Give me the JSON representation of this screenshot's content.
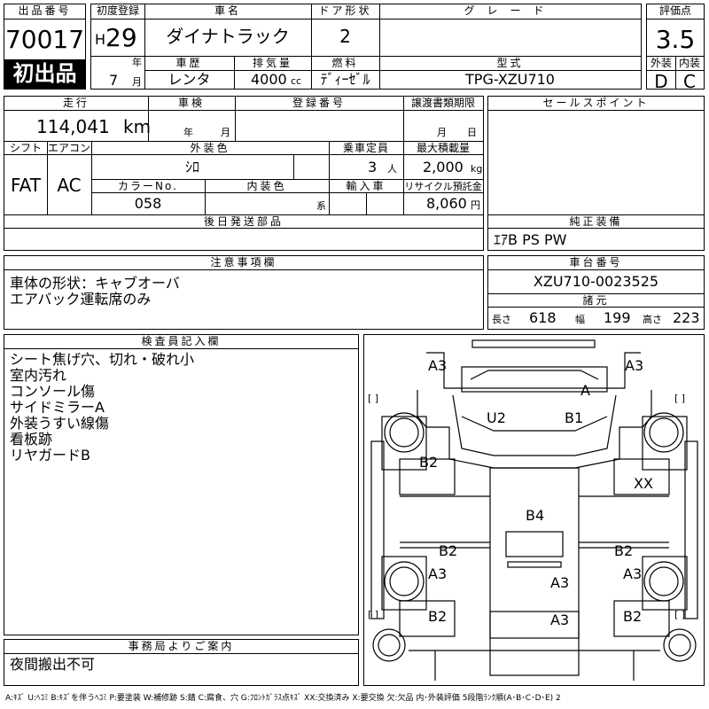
{
  "header": {
    "lot_label": "出品番号",
    "lot_number": "70017",
    "first_listing": "初出品",
    "reg_label": "初度登録",
    "reg_era": "H",
    "reg_year": "29",
    "year_unit": "年",
    "reg_month": "7",
    "month_unit": "月",
    "car_name_label": "車名",
    "car_name": "ダイナトラック",
    "door_label": "ドア形状",
    "doors": "2",
    "grade_label": "グレード",
    "grade": "",
    "score_label": "評価点",
    "score": "3.5",
    "history_label": "車歴",
    "history": "レンタ",
    "displacement_label": "排気量",
    "displacement": "4000",
    "displacement_unit": "cc",
    "fuel_label": "燃料",
    "fuel": "ﾃﾞｨｰｾﾞﾙ",
    "model_label": "型式",
    "model": "TPG-XZU710",
    "exterior_label": "外装",
    "exterior_grade": "D",
    "interior_label": "内装",
    "interior_grade": "C"
  },
  "spec": {
    "mileage_label": "走行",
    "mileage": "114,041",
    "mileage_unit": "km",
    "inspection_label": "車検",
    "insp_year_unit": "年",
    "insp_month_unit": "月",
    "plate_label": "登録番号",
    "transfer_label": "譲渡書類期限",
    "transfer_month": "月",
    "transfer_day": "日",
    "shift_label": "シフト",
    "shift": "FAT",
    "ac_label": "エアコン",
    "ac": "AC",
    "color_label": "外装色",
    "color": "ｼﾛ",
    "capacity_label": "乗車定員",
    "capacity": "3",
    "capacity_unit": "人",
    "load_label": "最大積載量",
    "load": "2,000",
    "load_unit": "kg",
    "color_no_label": "カラーNo.",
    "color_no": "058",
    "interior_color_label": "内装色",
    "interior_color_unit": "系",
    "import_label": "輸入車",
    "recycle_label": "リサイクル預託金",
    "recycle": "8,060",
    "recycle_unit": "円",
    "later_parts_label": "後日発送部品"
  },
  "sales_point_label": "セールスポイント",
  "equipment_label": "純正装備",
  "equipment": "ｴｱB PS PW",
  "notes_label": "注意事項欄",
  "notes": [
    "車体の形状：キャブオーバ",
    "エアバック運転席のみ"
  ],
  "chassis_label": "車台番号",
  "chassis": "XZU710-0023525",
  "dims_label": "諸元",
  "length_label": "長さ",
  "length": "618",
  "width_label": "幅",
  "width": "199",
  "height_label": "高さ",
  "height": "223",
  "inspector_label": "検査員記入欄",
  "inspector_notes": [
    "シート焦げ穴、切れ・破れ小",
    "室内汚れ",
    "コンソール傷",
    "サイドミラーA",
    "外装うすい線傷",
    "看板跡",
    "リヤガードB"
  ],
  "office_label": "事務局よりご案内",
  "office_note": "夜間搬出不可",
  "diagram_marks": {
    "m1": "A3",
    "m2": "A3",
    "m3": "A",
    "m4": "U2",
    "m5": "B1",
    "m6": "B2",
    "m7": "XX",
    "m8": "B4",
    "m9": "B2",
    "m10": "B2",
    "m11": "A3",
    "m12": "A3",
    "m13": "A3",
    "m14": "A3",
    "m15": "B2",
    "m16": "B2",
    "bracket": "[ ]"
  },
  "legend": "A:ｷｽﾞ U:ﾍｺﾐ B:ｷｽﾞを伴うﾍｺﾐ P:要塗装 W:補修跡 S:錆 C:腐食、穴 G:ﾌﾛﾝﾄｶﾞﾗｽ点ｷｽﾞ XX:交換済み X:要交換 欠:欠品 内･外装評価 5段階ﾗﾝｸ順(A･B･C･D･E) 2"
}
